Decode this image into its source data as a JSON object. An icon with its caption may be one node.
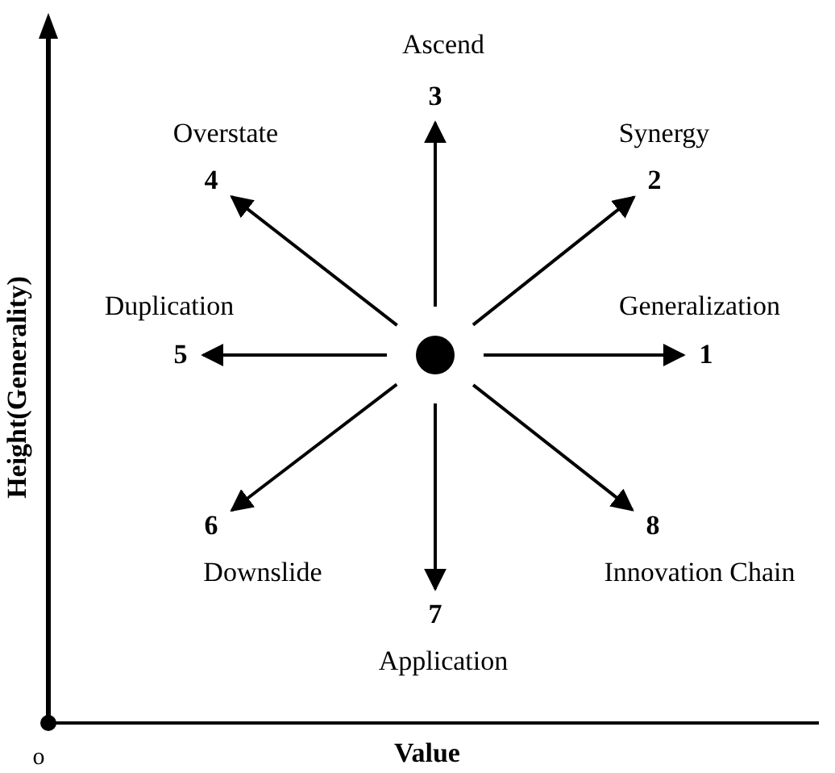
{
  "diagram": {
    "nodes": [
      {
        "text": [],
        "shape": "circle"
      },
      {
        "text": [
          "1"
        ],
        "beside": [
          "Generalization"
        ]
      },
      {
        "text": [
          "2"
        ],
        "beside": [
          "Synergy"
        ]
      },
      {
        "text": [
          "3"
        ],
        "beside": [
          "Ascend"
        ]
      },
      {
        "text": [
          "4"
        ],
        "beside": [
          "Overstate"
        ]
      },
      {
        "text": [
          "5"
        ],
        "beside": [
          "Duplication"
        ]
      },
      {
        "text": [
          "6"
        ],
        "beside": [
          "Downslide"
        ]
      },
      {
        "text": [
          "7"
        ],
        "beside": [
          "Application"
        ]
      },
      {
        "text": [
          "8"
        ],
        "beside": [
          "Innovation Chain"
        ]
      }
    ],
    "edges": [
      {
        "from": 0,
        "to": 1,
        "arrow": "to"
      },
      {
        "from": 0,
        "to": 2,
        "arrow": "to"
      },
      {
        "from": 0,
        "to": 3,
        "arrow": "to"
      },
      {
        "from": 0,
        "to": 4,
        "arrow": "to"
      },
      {
        "from": 0,
        "to": 5,
        "arrow": "to"
      },
      {
        "from": 0,
        "to": 6,
        "arrow": "to"
      },
      {
        "from": 0,
        "to": 7,
        "arrow": "to"
      },
      {
        "from": 0,
        "to": 8,
        "arrow": "to"
      }
    ],
    "labels": [
      "Height(Generality)",
      "o",
      "Value"
    ]
  }
}
